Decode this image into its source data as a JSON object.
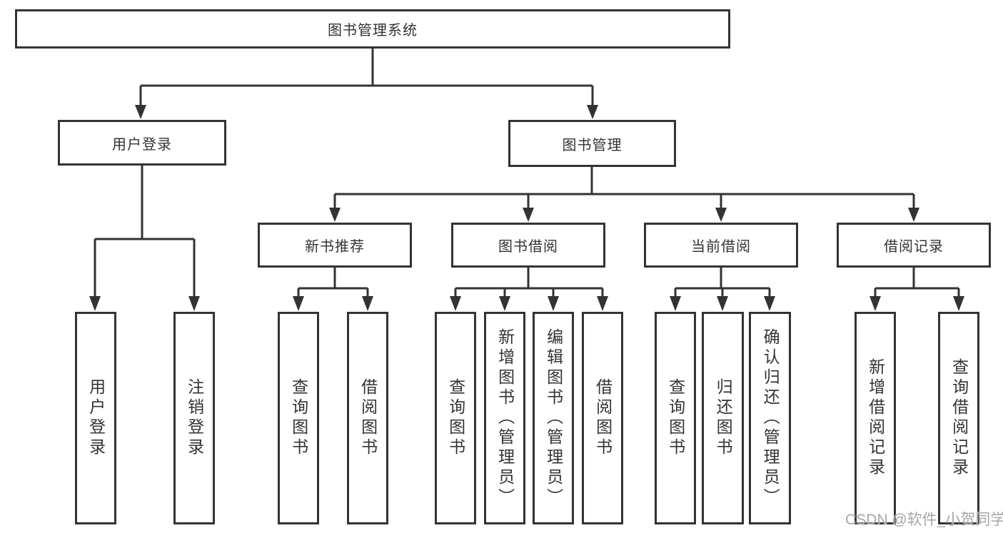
{
  "diagram": {
    "root": {
      "label": "图书管理系统"
    },
    "level2": [
      {
        "label": "用户登录"
      },
      {
        "label": "图书管理"
      }
    ],
    "level3": [
      {
        "label": "新书推荐"
      },
      {
        "label": "图书借阅"
      },
      {
        "label": "当前借阅"
      },
      {
        "label": "借阅记录"
      }
    ],
    "groups": {
      "user_login": {
        "parent": "用户登录",
        "items": [
          "用户登录",
          "注销登录"
        ]
      },
      "new_books": {
        "parent": "新书推荐",
        "items": [
          "查询图书",
          "借阅图书"
        ]
      },
      "book_borrow": {
        "parent": "图书借阅",
        "items": [
          "查询图书",
          "新增图书（管理员）",
          "编辑图书（管理员）",
          "借阅图书"
        ]
      },
      "current_borrow": {
        "parent": "当前借阅",
        "items": [
          "查询图书",
          "归还图书",
          "确认归还（管理员）"
        ]
      },
      "borrow_records": {
        "parent": "借阅记录",
        "items": [
          "新增借阅记录",
          "查询借阅记录"
        ]
      }
    },
    "watermark": "CSDN @软件_小贺同学",
    "colors": {
      "line": "#333333",
      "text": "#333333",
      "watermark": "#a6a6a6",
      "background": "#ffffff"
    }
  }
}
